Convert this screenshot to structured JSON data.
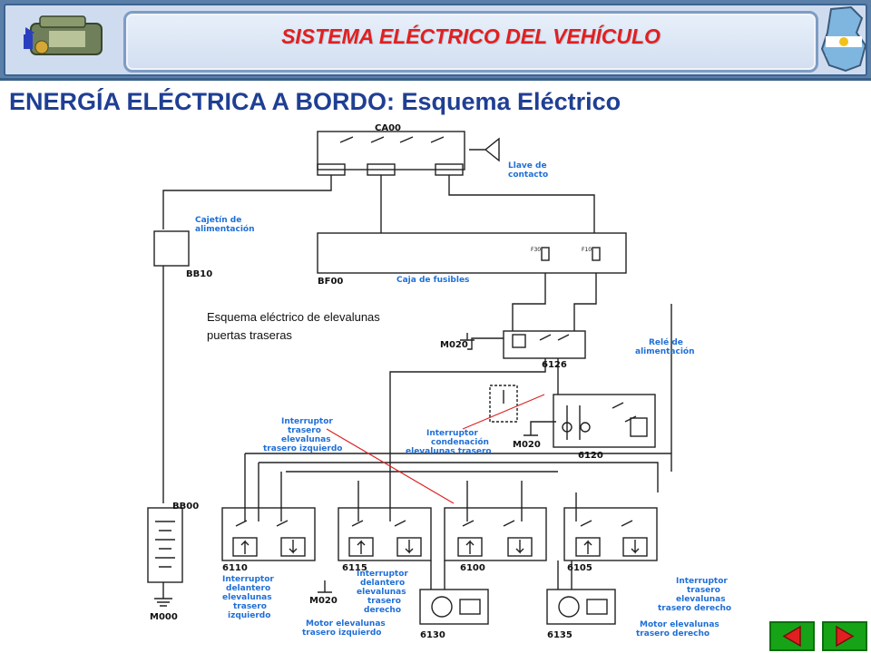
{
  "header": {
    "title": "SISTEMA ELÉCTRICO DEL VEHÍCULO"
  },
  "page_title": "ENERGÍA ELÉCTRICA A BORDO: Esquema Eléctrico",
  "caption": {
    "line1": "Esquema eléctrico de elevalunas",
    "line2": "puertas traseras"
  },
  "diagram": {
    "codes": {
      "ca00": "CA00",
      "bb10": "BB10",
      "bf00": "BF00",
      "m020_a": "M020",
      "m020_b": "M020",
      "m020_c": "M020",
      "m000": "M000",
      "bb00": "BB00",
      "c6126": "6126",
      "c6120": "6120",
      "c6110": "6110",
      "c6115": "6115",
      "c6100": "6100",
      "c6105": "6105",
      "c6130": "6130",
      "c6135": "6135"
    },
    "labels": {
      "llave1": "Llave de",
      "llave2": "contacto",
      "cajetin1": "Cajetín de",
      "cajetin2": "alimentación",
      "caja_fusibles": "Caja de fusibles",
      "rele1": "Relé de",
      "rele2": "alimentación",
      "itr1": "Interruptor",
      "itr2": "trasero",
      "itr3": "elevalunas",
      "itr4": "trasero izquierdo",
      "icond1": "Interruptor",
      "icond2": "condenación",
      "icond3": "elevalunas trasero",
      "idl1": "Interruptor",
      "idl2": "delantero",
      "idl3": "elevalunas",
      "idl4": "trasero",
      "idl5": "izquierdo",
      "idd1": "Interruptor",
      "idd2": "delantero",
      "idd3": "elevalunas",
      "idd4": "trasero",
      "idd5": "derecho",
      "itd1": "Interruptor",
      "itd2": "trasero",
      "itd3": "elevalunas",
      "itd4": "trasero derecho",
      "mi1": "Motor elevalunas",
      "mi2": "trasero izquierdo",
      "md1": "Motor elevalunas",
      "md2": "trasero derecho"
    },
    "fuses": {
      "f30": "F30",
      "f10": "F10"
    }
  },
  "nav": {
    "prev_icon": "left-triangle-icon",
    "next_icon": "right-triangle-icon",
    "color": "#17a317"
  }
}
